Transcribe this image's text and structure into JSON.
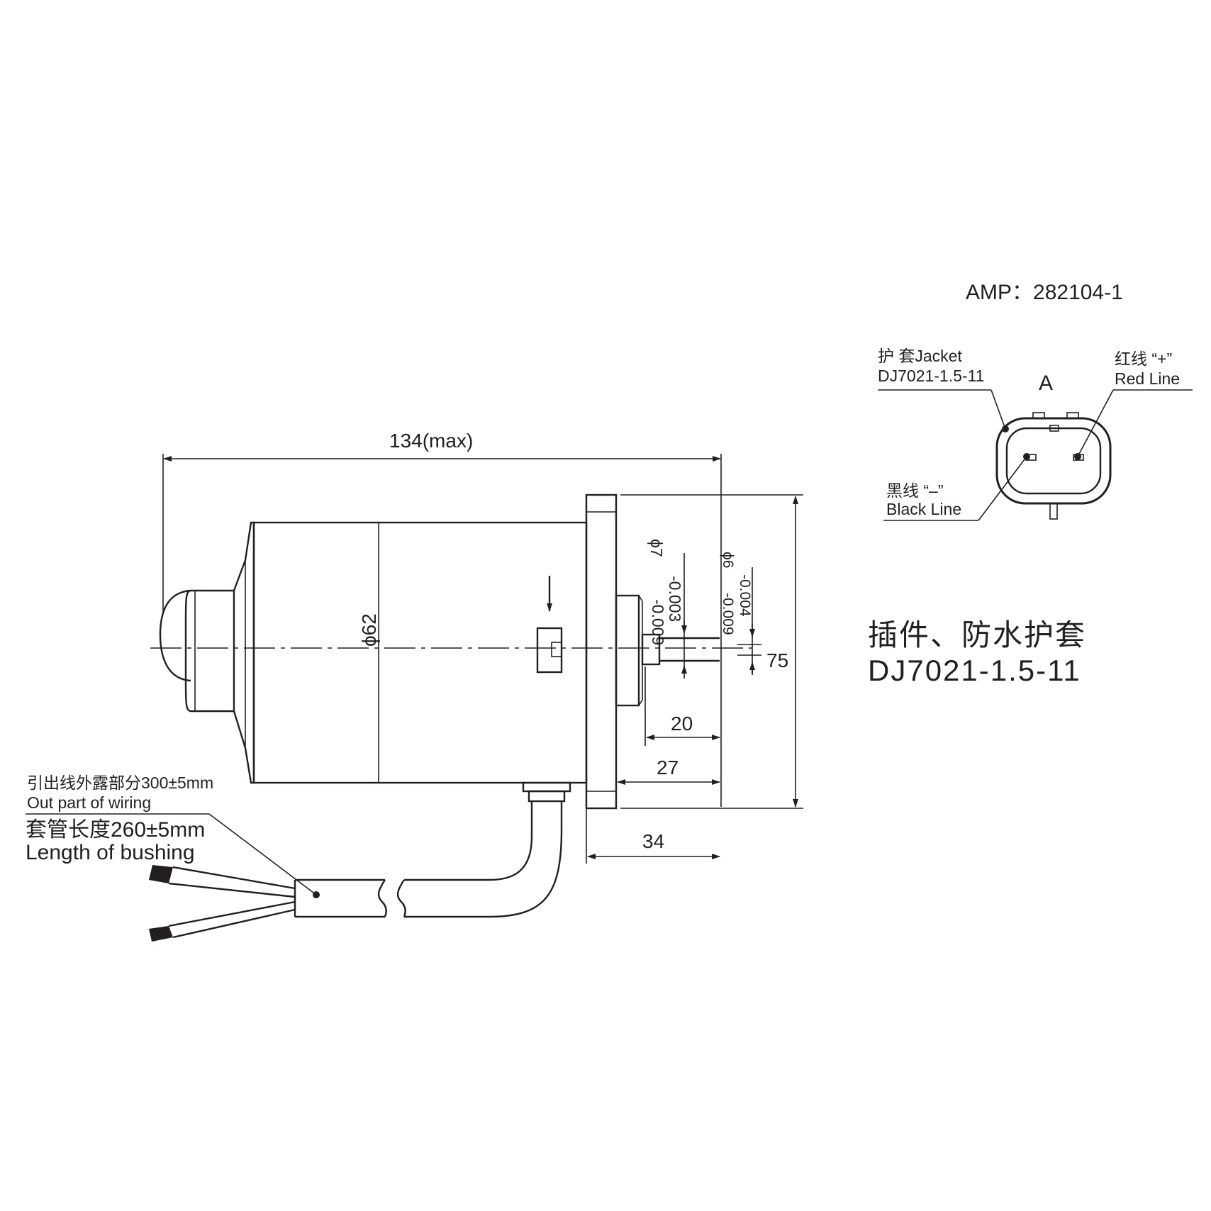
{
  "dimensions": {
    "overall_length": "134(max)",
    "body_diameter": "ϕ62",
    "shaft_step_diameter": "ϕ7",
    "shaft_step_tolerance_upper": "-0.003",
    "shaft_step_tolerance_lower": "-0.009",
    "shaft_diameter": "ϕ6",
    "shaft_tolerance_upper": "-0.004",
    "shaft_tolerance_lower": "-0.009",
    "flange_height": "75",
    "dim_20": "20",
    "dim_27": "27",
    "dim_34": "34"
  },
  "wiring": {
    "exposed_cn": "引出线外露部分300±5mm",
    "exposed_en": "Out part of wiring",
    "bushing_cn": "套管长度260±5mm",
    "bushing_en": "Length of bushing"
  },
  "connector": {
    "amp_label": "AMP：282104-1",
    "view_letter": "A",
    "jacket_cn": "护 套Jacket",
    "jacket_part": "DJ7021-1.5-11",
    "red_cn": "红线 “+”",
    "red_en": "Red Line",
    "black_cn": "黑线 “–”",
    "black_en": "Black Line"
  },
  "title": {
    "cn": "插件、防水护套",
    "part": "DJ7021-1.5-11"
  }
}
